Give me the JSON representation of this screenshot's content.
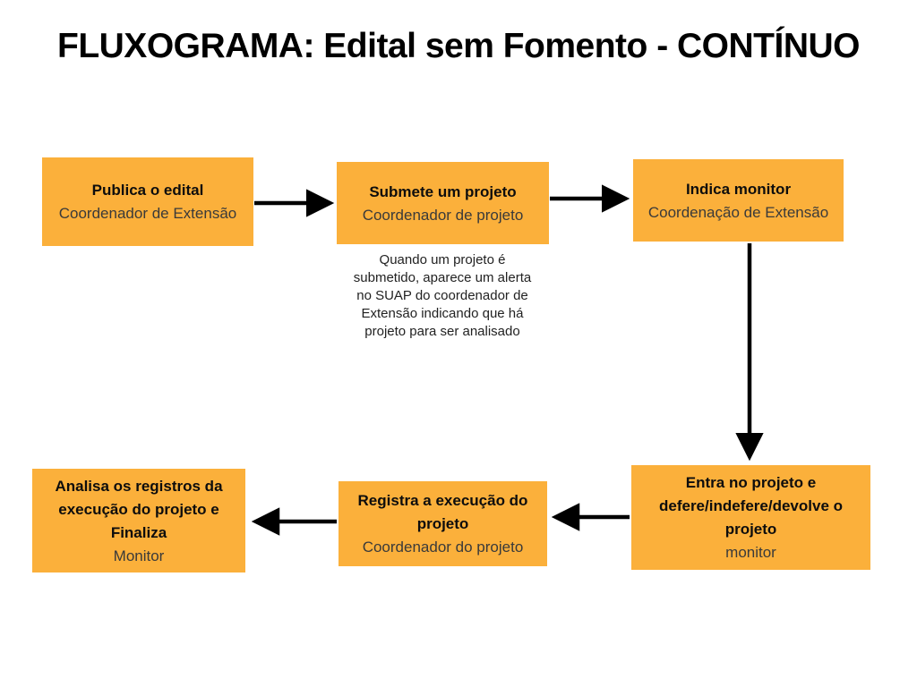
{
  "title": "FLUXOGRAMA: Edital sem Fomento - CONTÍNUO",
  "theme": {
    "box_fill": "#FBB03B",
    "arrow_color": "#000000",
    "title_color": "#000000",
    "background": "#FFFFFF"
  },
  "nodes": [
    {
      "id": "publica-edital",
      "title": "Publica o edital",
      "subtitle": "Coordenador de Extensão"
    },
    {
      "id": "submete-projeto",
      "title": "Submete um projeto",
      "subtitle": "Coordenador de projeto"
    },
    {
      "id": "indica-monitor",
      "title": "Indica monitor",
      "subtitle": "Coordenação de Extensão"
    },
    {
      "id": "defere-projeto",
      "title": "Entra no projeto e defere/indefere/devolve o projeto",
      "subtitle": "monitor"
    },
    {
      "id": "registra-execucao",
      "title": "Registra a execução do projeto",
      "subtitle": "Coordenador do projeto"
    },
    {
      "id": "analisa-finaliza",
      "title": "Analisa os registros da execução do projeto e Finaliza",
      "subtitle": "Monitor"
    }
  ],
  "note": {
    "text": "Quando um projeto é submetido, aparece um alerta no SUAP do coordenador de Extensão indicando que há projeto para ser analisado"
  },
  "arrows": [
    {
      "id": "arrow-publica-to-submete",
      "from": "publica-edital",
      "to": "submete-projeto"
    },
    {
      "id": "arrow-submete-to-indica",
      "from": "submete-projeto",
      "to": "indica-monitor"
    },
    {
      "id": "arrow-indica-to-defere",
      "from": "indica-monitor",
      "to": "defere-projeto"
    },
    {
      "id": "arrow-defere-to-registra",
      "from": "defere-projeto",
      "to": "registra-execucao"
    },
    {
      "id": "arrow-registra-to-analisa",
      "from": "registra-execucao",
      "to": "analisa-finaliza"
    }
  ]
}
